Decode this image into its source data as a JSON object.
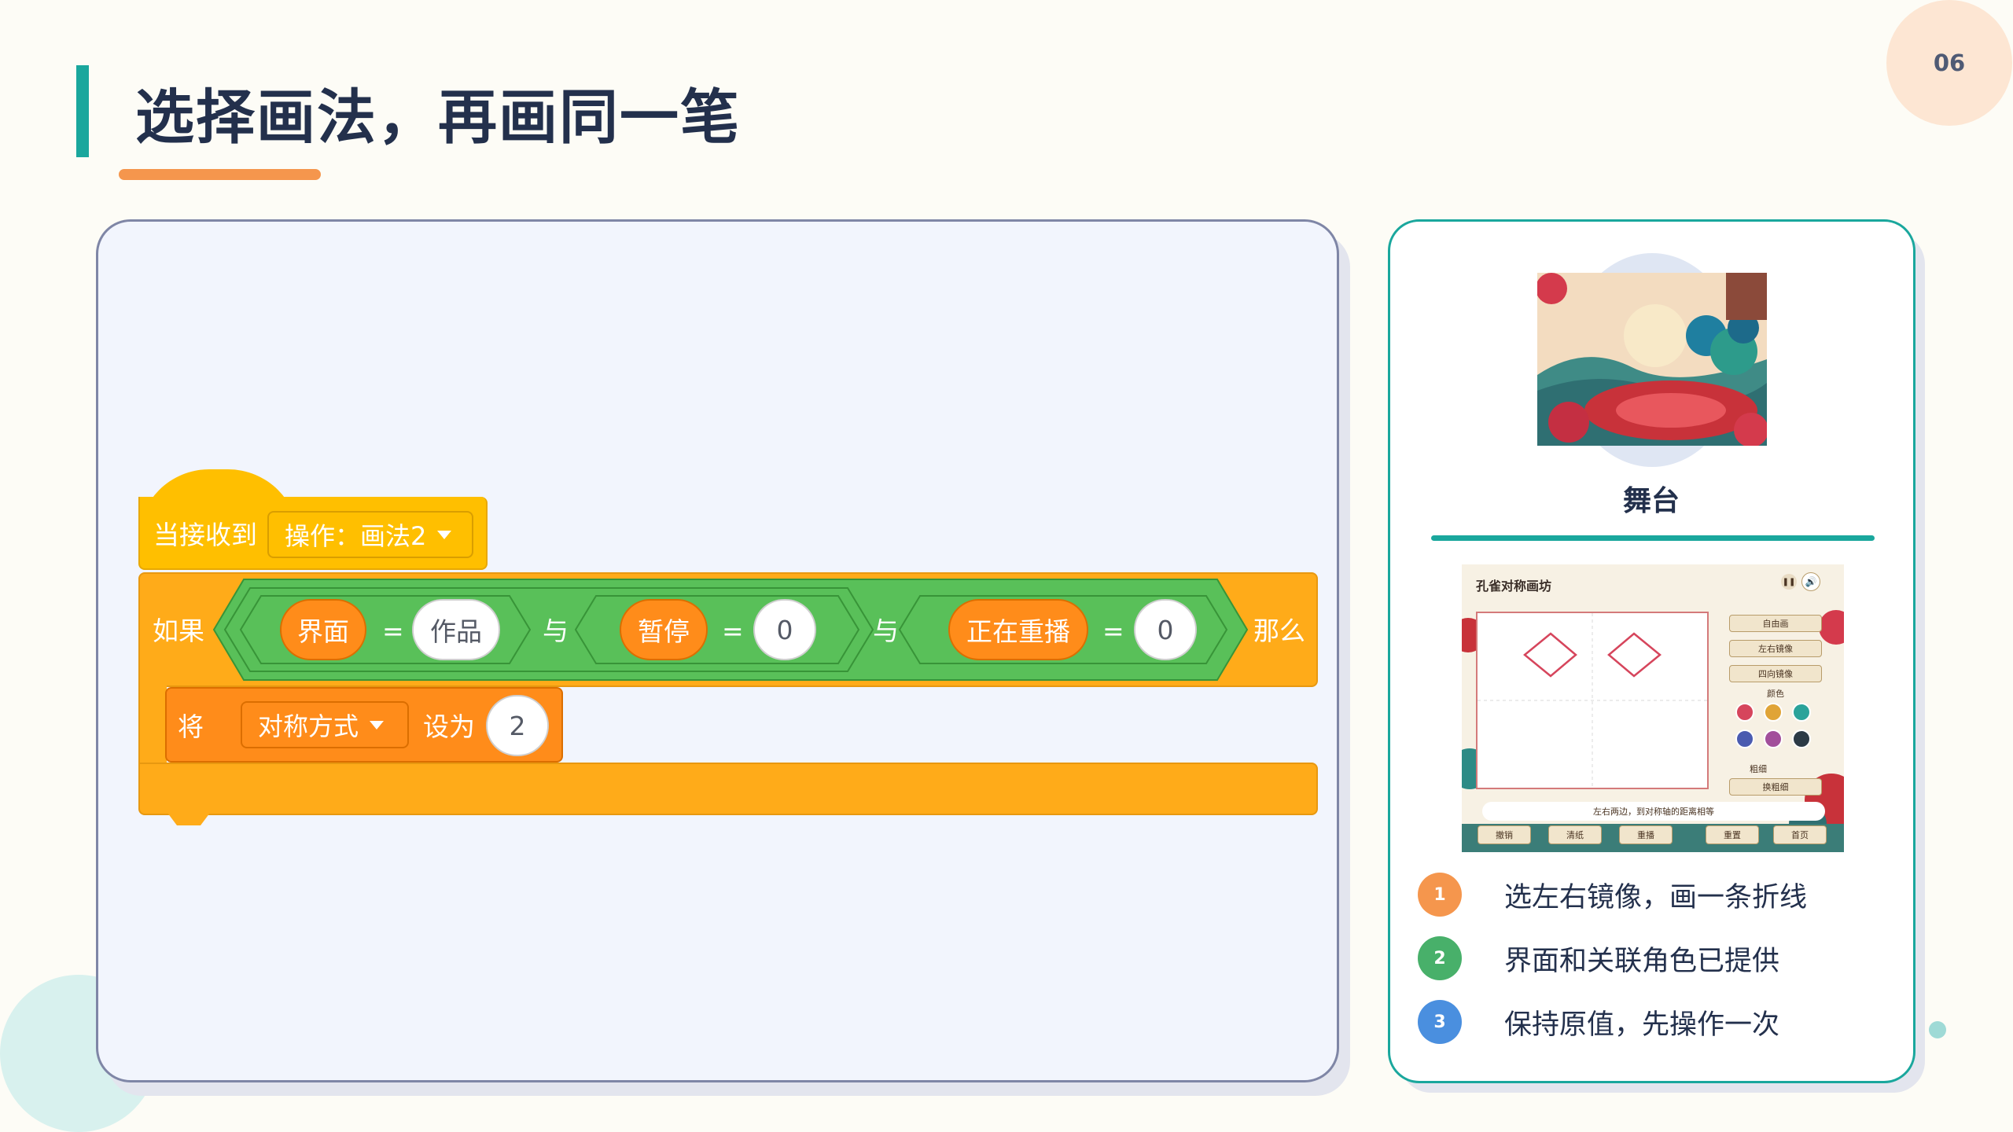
{
  "slide": {
    "page_number": "06",
    "title": "选择画法，再画同一笔"
  },
  "colors": {
    "teal": "#1aa79d",
    "accent_orange": "#f5964d",
    "event_yellow": "#ffbf00",
    "control_orange": "#ffab19",
    "operator_green": "#59c059",
    "variable_orange": "#ff8c1a"
  },
  "code": {
    "hat_block": {
      "label": "当接收到",
      "message_dropdown": "操作：画法2"
    },
    "if_block": {
      "if_label": "如果",
      "then_label": "那么",
      "and_label_1": "与",
      "and_label_2": "与",
      "conditions": [
        {
          "variable": "界面",
          "operator": "=",
          "value": "作品"
        },
        {
          "variable": "暂停",
          "operator": "=",
          "value": "0"
        },
        {
          "variable": "正在重播",
          "operator": "=",
          "value": "0"
        }
      ]
    },
    "set_block": {
      "set_label": "将",
      "variable_dropdown": "对称方式",
      "to_label": "设为",
      "value": "2"
    }
  },
  "stage": {
    "label": "舞台",
    "app": {
      "title": "孔雀对称画坊",
      "side_buttons": [
        "自由画",
        "左右镜像",
        "四向镜像"
      ],
      "color_label": "颜色",
      "thickness_label": "粗细",
      "thickness_button": "换粗细",
      "hint": "左右两边，到对称轴的距离相等",
      "bottom_buttons": [
        "撤销",
        "清纸",
        "重播",
        "重置",
        "首页"
      ],
      "swatch_colors": [
        "#d6455c",
        "#e0a437",
        "#2aa39a",
        "#4a5bb0",
        "#a24f9b",
        "#2c3a46"
      ]
    }
  },
  "legend": [
    {
      "number": "1",
      "text": "选左右镜像，画一条折线",
      "color": "#f5964d"
    },
    {
      "number": "2",
      "text": "界面和关联角色已提供",
      "color": "#48b06a"
    },
    {
      "number": "3",
      "text": "保持原值，先操作一次",
      "color": "#4a8fdf"
    }
  ]
}
